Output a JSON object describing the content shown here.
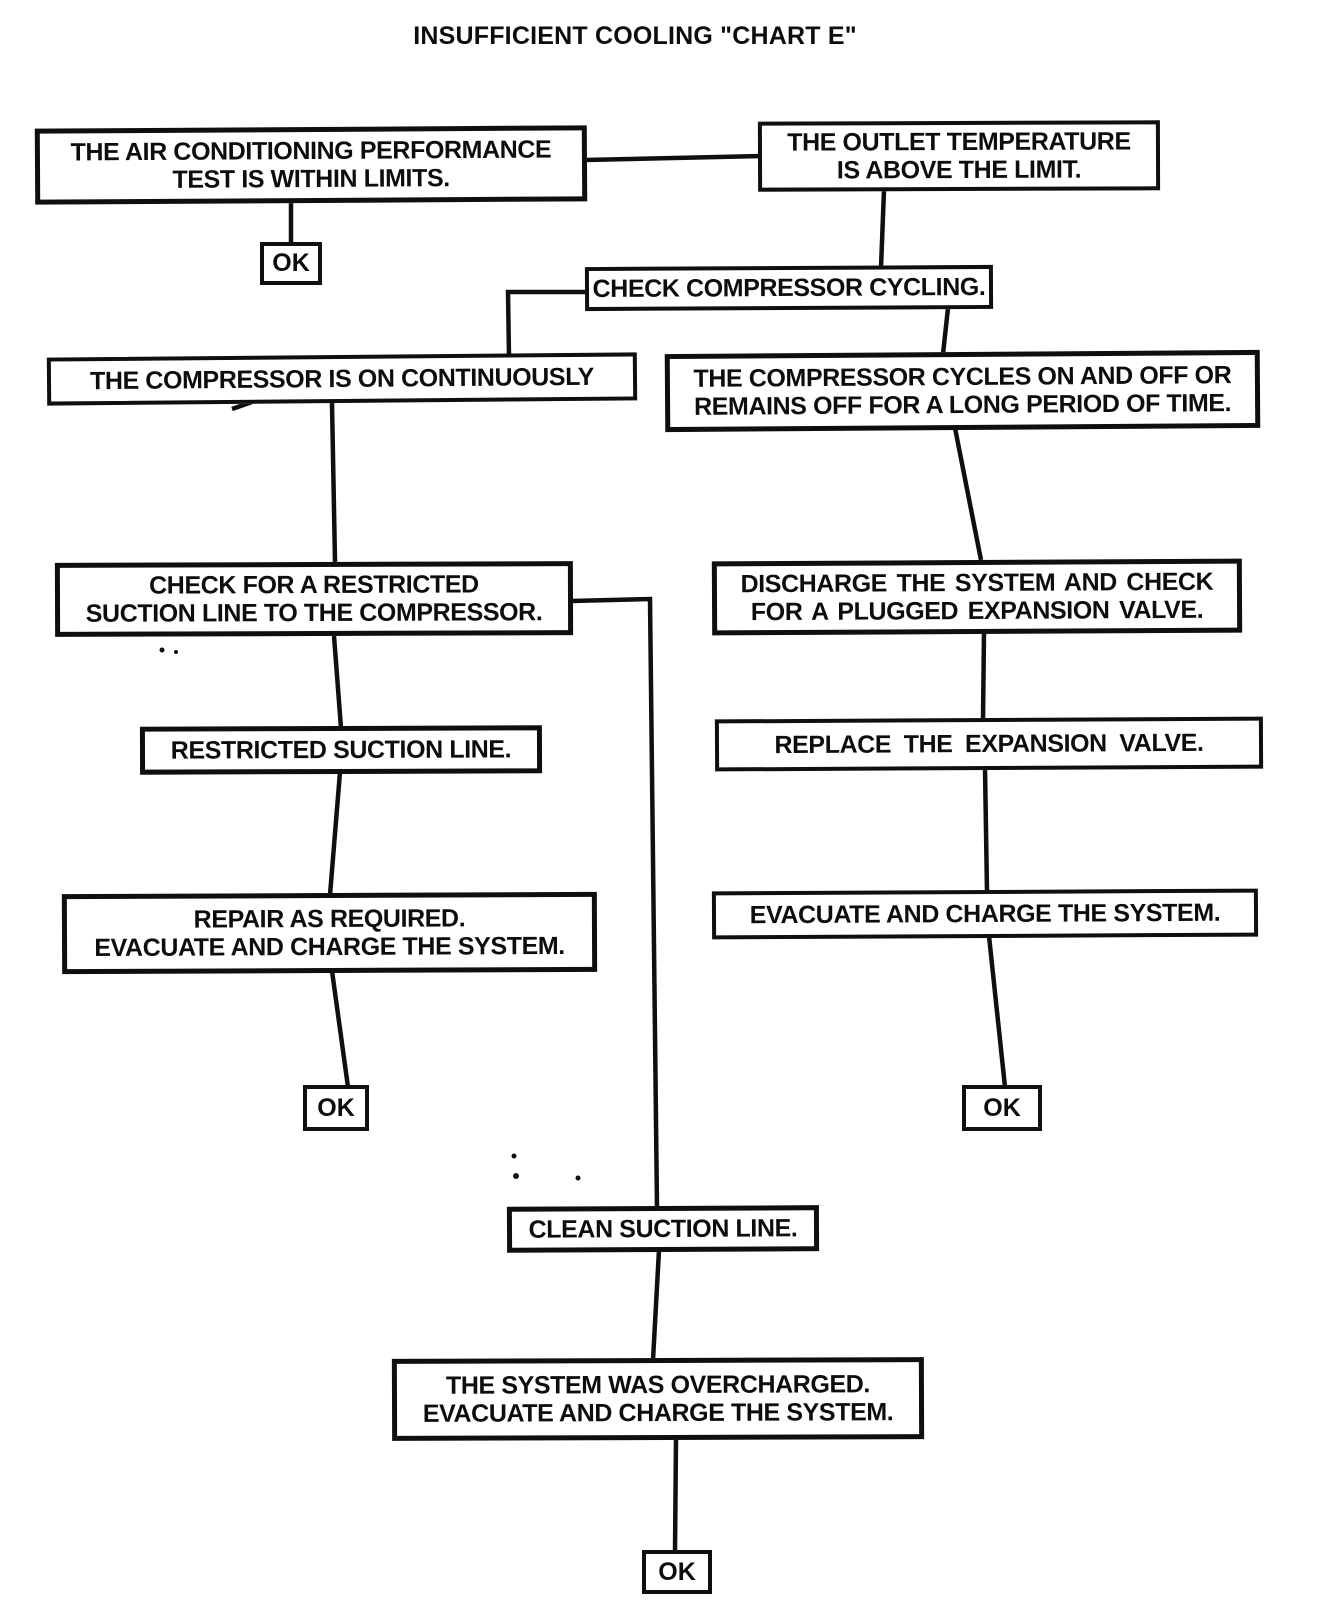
{
  "title": "INSUFFICIENT COOLING \"CHART E\"",
  "boxes": {
    "perf_test": "THE AIR CONDITIONING PERFORMANCE\nTEST IS WITHIN LIMITS.",
    "outlet_temp": "THE OUTLET TEMPERATURE\nIS ABOVE THE LIMIT.",
    "ok_perf": "OK",
    "check_cycling": "CHECK COMPRESSOR CYCLING.",
    "on_continuously": "THE COMPRESSOR IS ON CONTINUOUSLY",
    "cycles_on_off": "THE COMPRESSOR CYCLES ON AND OFF OR\nREMAINS OFF FOR A LONG PERIOD OF TIME.",
    "check_restricted": "CHECK FOR A RESTRICTED\nSUCTION LINE TO THE COMPRESSOR.",
    "discharge_system": "DISCHARGE THE SYSTEM AND CHECK\nFOR A PLUGGED EXPANSION VALVE.",
    "restricted_line": "RESTRICTED SUCTION LINE.",
    "replace_valve": "REPLACE THE EXPANSION VALVE.",
    "repair_required": "REPAIR AS REQUIRED.\nEVACUATE AND CHARGE THE SYSTEM.",
    "evacuate_charge": "EVACUATE AND CHARGE THE SYSTEM.",
    "ok_left": "OK",
    "ok_right": "OK",
    "clean_suction": "CLEAN SUCTION LINE.",
    "overcharged": "THE SYSTEM WAS OVERCHARGED.\nEVACUATE AND CHARGE THE SYSTEM.",
    "ok_bottom": "OK"
  },
  "colors": {
    "ink": "#0f0f0f",
    "paper": "#ffffff"
  }
}
